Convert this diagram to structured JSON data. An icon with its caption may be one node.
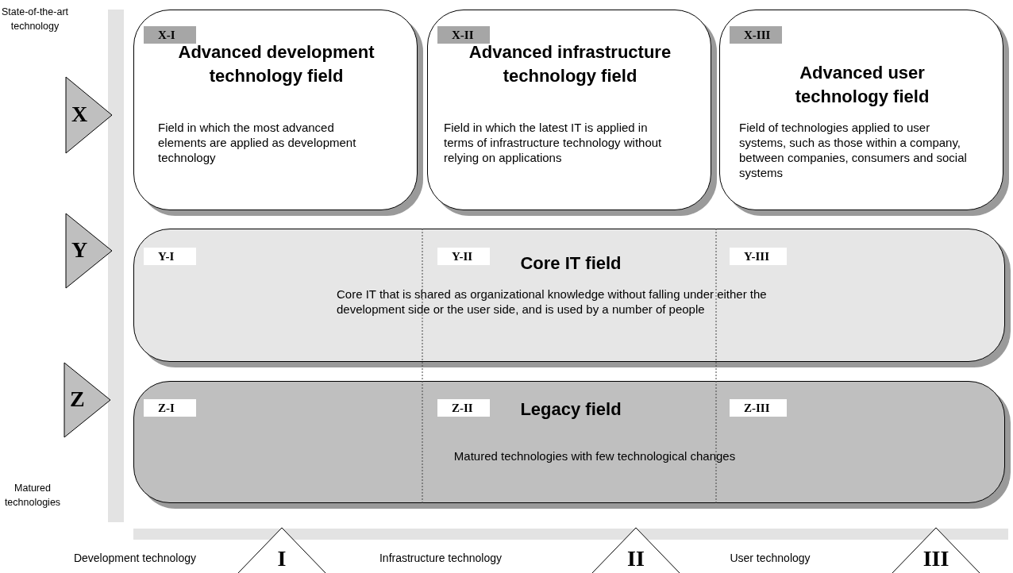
{
  "diagram": {
    "nodes": [
      {
        "text": [
          "X"
        ]
      },
      {
        "text": [
          "Advanced development technology field",
          "Field in which the most advanced elements are applied as development technology"
        ]
      },
      {
        "text": [
          "X-I"
        ],
        "in": 1
      },
      {
        "text": [
          "Advanced infrastructure technology field",
          "Field in which the latest IT is applied in terms of infrastructure technology without relying on applications"
        ]
      },
      {
        "text": [
          "X-II"
        ],
        "in": 3
      },
      {
        "text": [
          "Advanced user technology field",
          "Field of technologies applied to user systems, such as those within a company, between companies, consumers and social systems"
        ]
      },
      {
        "text": [
          "X-III"
        ],
        "in": 5
      },
      {
        "text": [
          "Y"
        ]
      },
      {
        "text": [
          "Core IT field",
          "Core IT that is shared as organizational knowledge without falling under either the development side or the user side, and is used by a number of people"
        ]
      },
      {
        "text": [
          "Y-I"
        ],
        "in": 8
      },
      {
        "text": [
          "Y-II"
        ],
        "in": 8
      },
      {
        "text": [
          "Y-III"
        ],
        "in": 8
      },
      {
        "text": [
          "Z"
        ]
      },
      {
        "text": [
          "Legacy field",
          "Matured technologies with few technological changes"
        ]
      },
      {
        "text": [
          "Z-I"
        ],
        "in": 13
      },
      {
        "text": [
          "Z-II"
        ],
        "in": 13
      },
      {
        "text": [
          "Z-III"
        ],
        "in": 13
      },
      {
        "text": [
          "I"
        ]
      },
      {
        "text": [
          "II"
        ]
      },
      {
        "text": [
          "III"
        ]
      },
      {
        "text": [],
        "shape": "bar"
      },
      {
        "text": [],
        "shape": "bar"
      }
    ],
    "edges": [],
    "labels": [
      "State-of-the-art technology",
      "Matured technologies",
      "Development technology",
      "Infrastructure technology",
      "User technology"
    ]
  }
}
